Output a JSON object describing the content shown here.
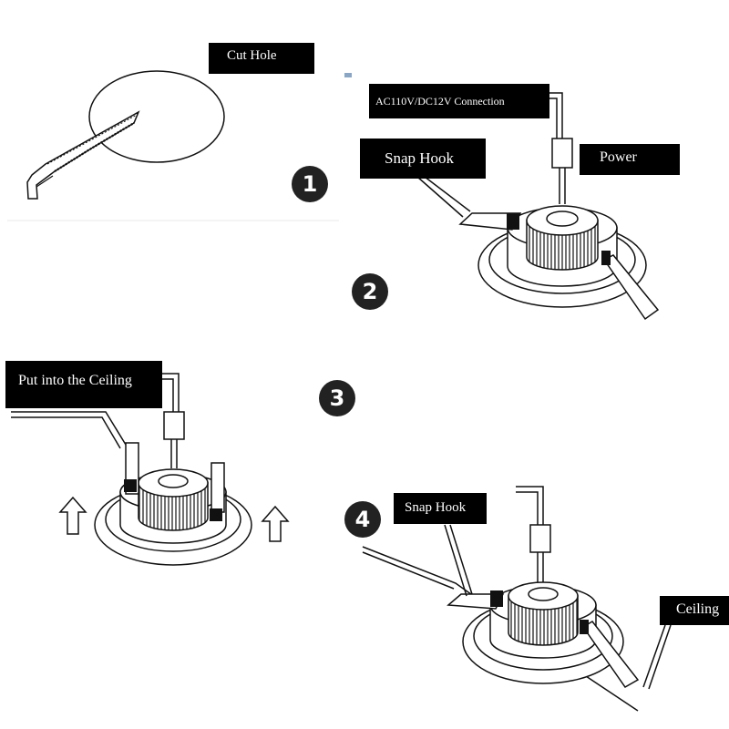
{
  "steps": [
    {
      "number": "1",
      "labels": [
        "Cut Hole"
      ]
    },
    {
      "number": "2",
      "labels": [
        "AC110V/DC12V Connection",
        "Snap Hook",
        "Power"
      ]
    },
    {
      "number": "3",
      "labels": [
        "Put into the Ceiling"
      ]
    },
    {
      "number": "4",
      "labels": [
        "Snap Hook",
        "Ceiling"
      ]
    }
  ],
  "colors": {
    "label_bg": "#000000",
    "label_text": "#ffffff",
    "line": "#111111",
    "badge": "#222222"
  }
}
